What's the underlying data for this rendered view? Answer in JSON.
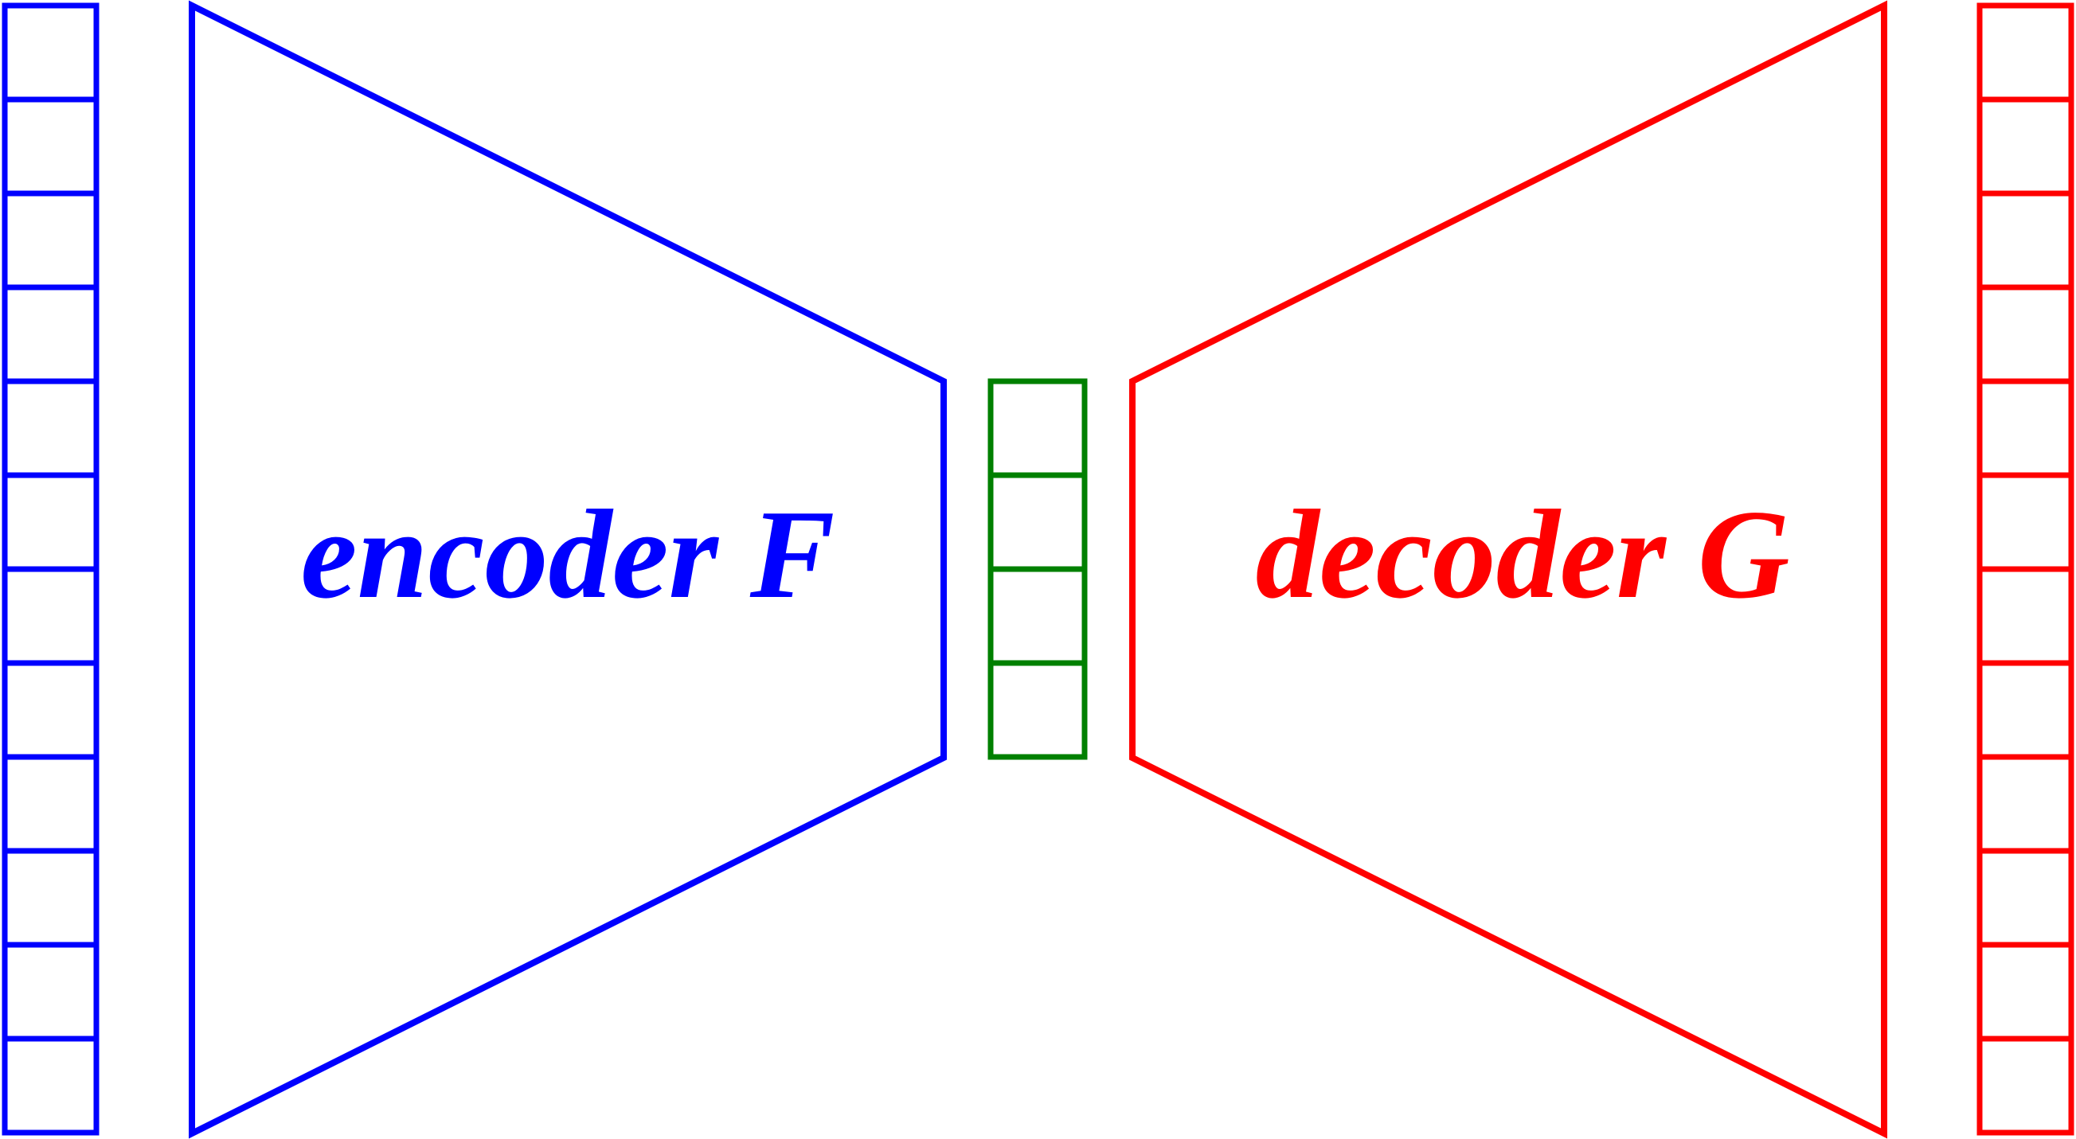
{
  "diagram": {
    "encoder_label": "encoder F",
    "decoder_label": "decoder G",
    "input_vector": {
      "cells": 12,
      "color": "#0000ff"
    },
    "latent_code": {
      "cells": 4,
      "color": "#008000"
    },
    "output_vector": {
      "cells": 12,
      "color": "#ff0000"
    },
    "encoder_color": "#0000ff",
    "decoder_color": "#ff0000"
  }
}
